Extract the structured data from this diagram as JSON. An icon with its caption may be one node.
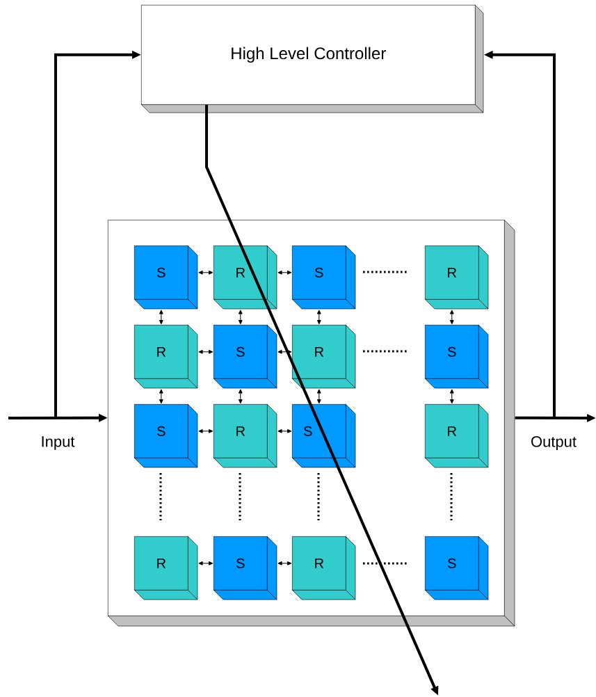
{
  "diagram": {
    "nodes": [
      {
        "text": [
          "High Level Controller"
        ]
      },
      {
        "text": [],
        "shape": "box"
      },
      {
        "text": [
          "S"
        ],
        "in": 1
      },
      {
        "text": [
          "R"
        ],
        "in": 1
      },
      {
        "text": [
          "S"
        ],
        "in": 1
      },
      {
        "text": [
          "R"
        ],
        "in": 1
      },
      {
        "text": [
          "R"
        ],
        "in": 1
      },
      {
        "text": [
          "S"
        ],
        "in": 1
      },
      {
        "text": [
          "R"
        ],
        "in": 1
      },
      {
        "text": [
          "S"
        ],
        "in": 1
      },
      {
        "text": [
          "S"
        ],
        "in": 1
      },
      {
        "text": [
          "R"
        ],
        "in": 1
      },
      {
        "text": [
          "S"
        ],
        "in": 1
      },
      {
        "text": [
          "R"
        ],
        "in": 1
      },
      {
        "text": [
          "R"
        ],
        "in": 1
      },
      {
        "text": [
          "S"
        ],
        "in": 1
      },
      {
        "text": [
          "R"
        ],
        "in": 1
      },
      {
        "text": [
          "S"
        ],
        "in": 1
      }
    ],
    "edges": [
      {
        "from": null,
        "to": 1,
        "arrow": "to",
        "label": "Input",
        "style": "thick"
      },
      {
        "from": null,
        "to": 0,
        "arrow": "to",
        "style": "thick"
      },
      {
        "from": 1,
        "to": null,
        "arrow": "to",
        "label": "Output",
        "style": "thick"
      },
      {
        "from": 1,
        "to": 0,
        "arrow": "to",
        "style": "thick"
      },
      {
        "from": 0,
        "to": null,
        "arrow": "to",
        "style": "thick"
      },
      {
        "from": 2,
        "to": 3,
        "arrow": "both"
      },
      {
        "from": 3,
        "to": 4,
        "arrow": "both"
      },
      {
        "from": 6,
        "to": 7,
        "arrow": "both"
      },
      {
        "from": 7,
        "to": 8,
        "arrow": "both"
      },
      {
        "from": 10,
        "to": 11,
        "arrow": "both"
      },
      {
        "from": 11,
        "to": 12,
        "arrow": "both"
      },
      {
        "from": 14,
        "to": 15,
        "arrow": "both"
      },
      {
        "from": 15,
        "to": 16,
        "arrow": "both"
      },
      {
        "from": 2,
        "to": 6,
        "arrow": "both"
      },
      {
        "from": 6,
        "to": 10,
        "arrow": "both"
      },
      {
        "from": 3,
        "to": 7,
        "arrow": "both"
      },
      {
        "from": 7,
        "to": 11,
        "arrow": "both"
      },
      {
        "from": 4,
        "to": 8,
        "arrow": "both"
      },
      {
        "from": 8,
        "to": 12,
        "arrow": "both"
      },
      {
        "from": 5,
        "to": 9,
        "arrow": "both"
      },
      {
        "from": 9,
        "to": 13,
        "arrow": "both"
      }
    ]
  }
}
